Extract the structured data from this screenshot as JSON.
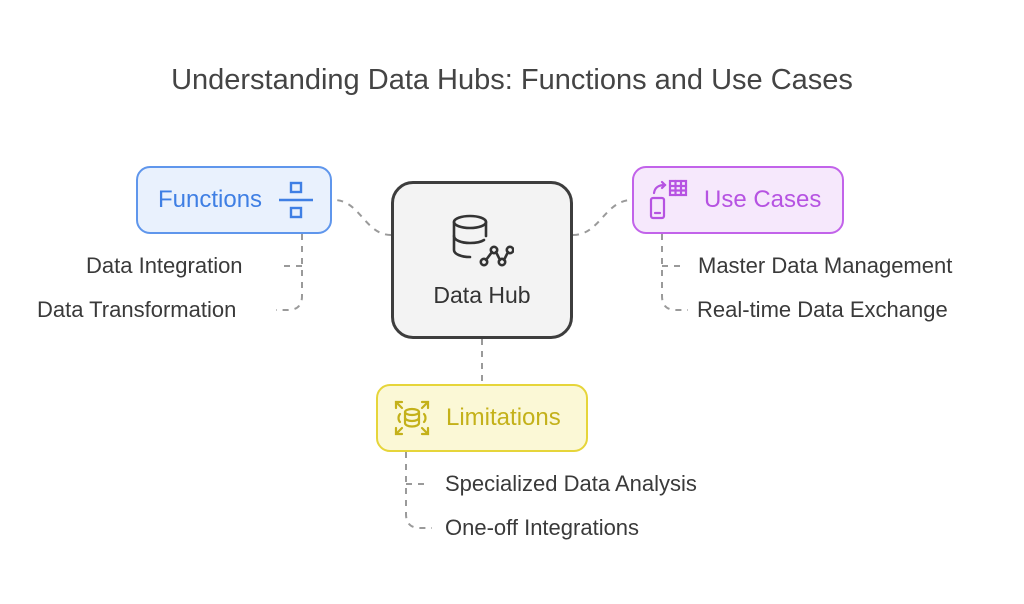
{
  "title": "Understanding Data Hubs: Functions and Use Cases",
  "hub": {
    "label": "Data Hub",
    "icon": "database-network-icon"
  },
  "branches": {
    "functions": {
      "label": "Functions",
      "icon": "divide-icon",
      "color": "#5f96ec",
      "fill": "#e9f1fd",
      "items": [
        "Data Integration",
        "Data Transformation"
      ]
    },
    "use_cases": {
      "label": "Use Cases",
      "icon": "device-table-sync-icon",
      "color": "#c263ea",
      "fill": "#f6e8fc",
      "items": [
        "Master Data Management",
        "Real-time Data Exchange"
      ]
    },
    "limitations": {
      "label": "Limitations",
      "icon": "database-expand-icon",
      "color": "#e6d53a",
      "fill": "#fbf8d6",
      "items": [
        "Specialized Data Analysis",
        "One-off Integrations"
      ]
    }
  }
}
